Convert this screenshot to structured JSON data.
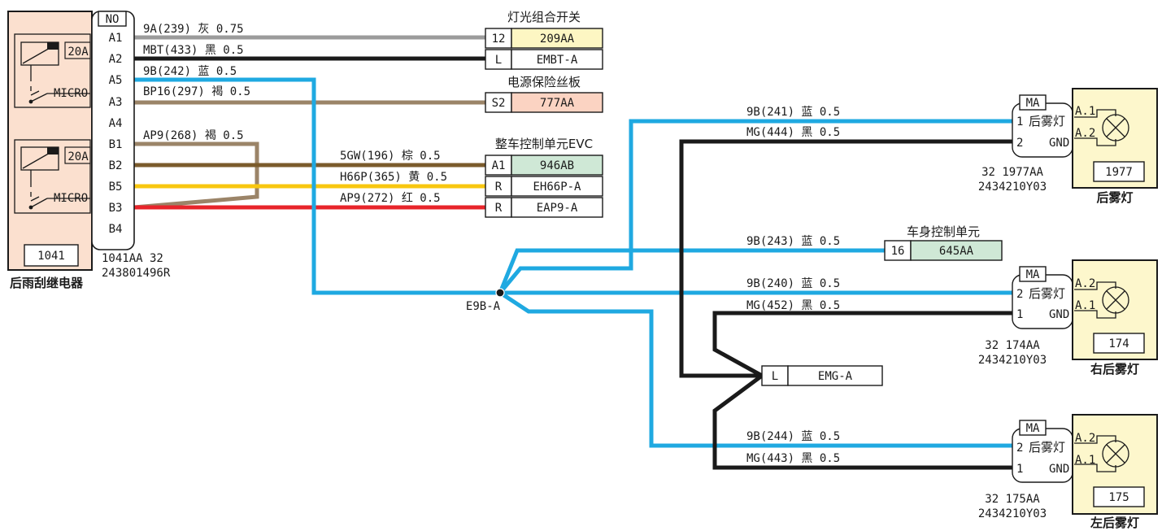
{
  "colors": {
    "gray": "#9b9b9b",
    "black": "#1a1a1a",
    "blue": "#1fa9e1",
    "brown": "#9b8468",
    "dark_brown": "#7b5b2c",
    "yellow": "#f8c70f",
    "red": "#e8242a",
    "relay_bg": "#fbe0cf",
    "lamp_bg": "#fdf7cc",
    "fill_yellow": "#fdf6c3",
    "fill_pink": "#fbd3c2",
    "fill_green": "#cfe8d6"
  },
  "relay": {
    "title": "后雨刮继电器",
    "code": "1041",
    "connector_tag": "NO",
    "part_line1": "1041AA 32",
    "part_line2": "243801496R",
    "fuse_label": "20A",
    "micro_label": "MICRO",
    "pins": [
      "A1",
      "A2",
      "A5",
      "A3",
      "A4",
      "B1",
      "B2",
      "B5",
      "B3",
      "B4"
    ]
  },
  "wires": {
    "w1": "9A(239) 灰 0.75",
    "w2": "MBT(433) 黑 0.5",
    "w3": "9B(242) 蓝 0.5",
    "w4": "BP16(297) 褐 0.5",
    "w5": "AP9(268) 褐 0.5",
    "w6": "5GW(196) 棕 0.5",
    "w7": "H66P(365) 黄 0.5",
    "w8": "AP9(272) 红 0.5",
    "w9": "9B(241) 蓝 0.5",
    "w10": "MG(444) 黑 0.5",
    "w11": "9B(243) 蓝 0.5",
    "w12": "9B(240) 蓝 0.5",
    "w13": "MG(452) 黑 0.5",
    "w14": "9B(244) 蓝 0.5",
    "w15": "MG(443) 黑 0.5"
  },
  "splice": {
    "label": "E9B-A"
  },
  "light_switch": {
    "title": "灯光组合开关",
    "pin1": "12",
    "code1": "209AA",
    "pin2": "L",
    "code2": "EMBT-A"
  },
  "fuse_board": {
    "title": "电源保险丝板",
    "pin": "S2",
    "code": "777AA"
  },
  "evc": {
    "title": "整车控制单元EVC",
    "pin1": "A1",
    "code1": "946AB",
    "pin2": "R",
    "code2": "EH66P-A",
    "pin3": "R",
    "code3": "EAP9-A"
  },
  "bcm": {
    "title": "车身控制单元",
    "pin": "16",
    "code": "645AA"
  },
  "ground": {
    "pin": "L",
    "code": "EMG-A"
  },
  "rear_fog": {
    "title": "后雾灯",
    "tag": "MA",
    "code": "1977",
    "pin1_num": "1",
    "pin1_text": "后雾灯",
    "pin2_num": "2",
    "pin2_text": "GND",
    "a_top": "A.1",
    "a_bottom": "A.2",
    "part_line1": "32 1977AA",
    "part_line2": "2434210Y03"
  },
  "right_fog": {
    "title": "右后雾灯",
    "tag": "MA",
    "code": "174",
    "pin1_num": "2",
    "pin1_text": "后雾灯",
    "pin2_num": "1",
    "pin2_text": "GND",
    "a_top": "A.2",
    "a_bottom": "A.1",
    "part_line1": "32 174AA",
    "part_line2": "2434210Y03"
  },
  "left_fog": {
    "title": "左后雾灯",
    "tag": "MA",
    "code": "175",
    "pin1_num": "2",
    "pin1_text": "后雾灯",
    "pin2_num": "1",
    "pin2_text": "GND",
    "a_top": "A.2",
    "a_bottom": "A.1",
    "part_line1": "32 175AA",
    "part_line2": "2434210Y03"
  }
}
